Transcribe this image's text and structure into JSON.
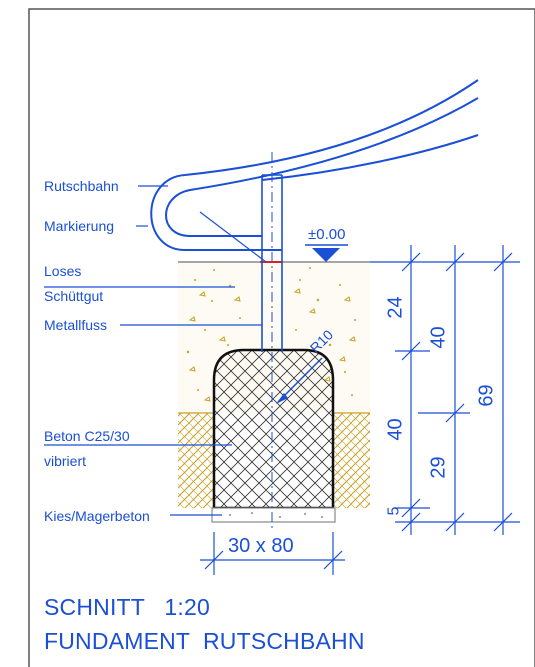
{
  "labels": {
    "rutschbahn": "Rutschbahn",
    "markierung": "Markierung",
    "loses": "Loses",
    "schuettgut": "Schüttgut",
    "metallfuss": "Metallfuss",
    "beton": "Beton C25/30",
    "vibriert": "vibriert",
    "kies": "Kies/Magerbeton"
  },
  "level": "±0.00",
  "radius": "R10",
  "dimensions": {
    "d24": "24",
    "d40a": "40",
    "d40b": "40",
    "d29": "29",
    "d5": "5",
    "d69": "69",
    "width": "30 x 80"
  },
  "title": {
    "line1": "SCHNITT   1:20",
    "line2": "FUNDAMENT  RUTSCHBAHN"
  },
  "colors": {
    "line": "#1a4fd6",
    "soil": "#c8a020",
    "concrete_hatch": "#222222",
    "marker": "#e02020"
  }
}
